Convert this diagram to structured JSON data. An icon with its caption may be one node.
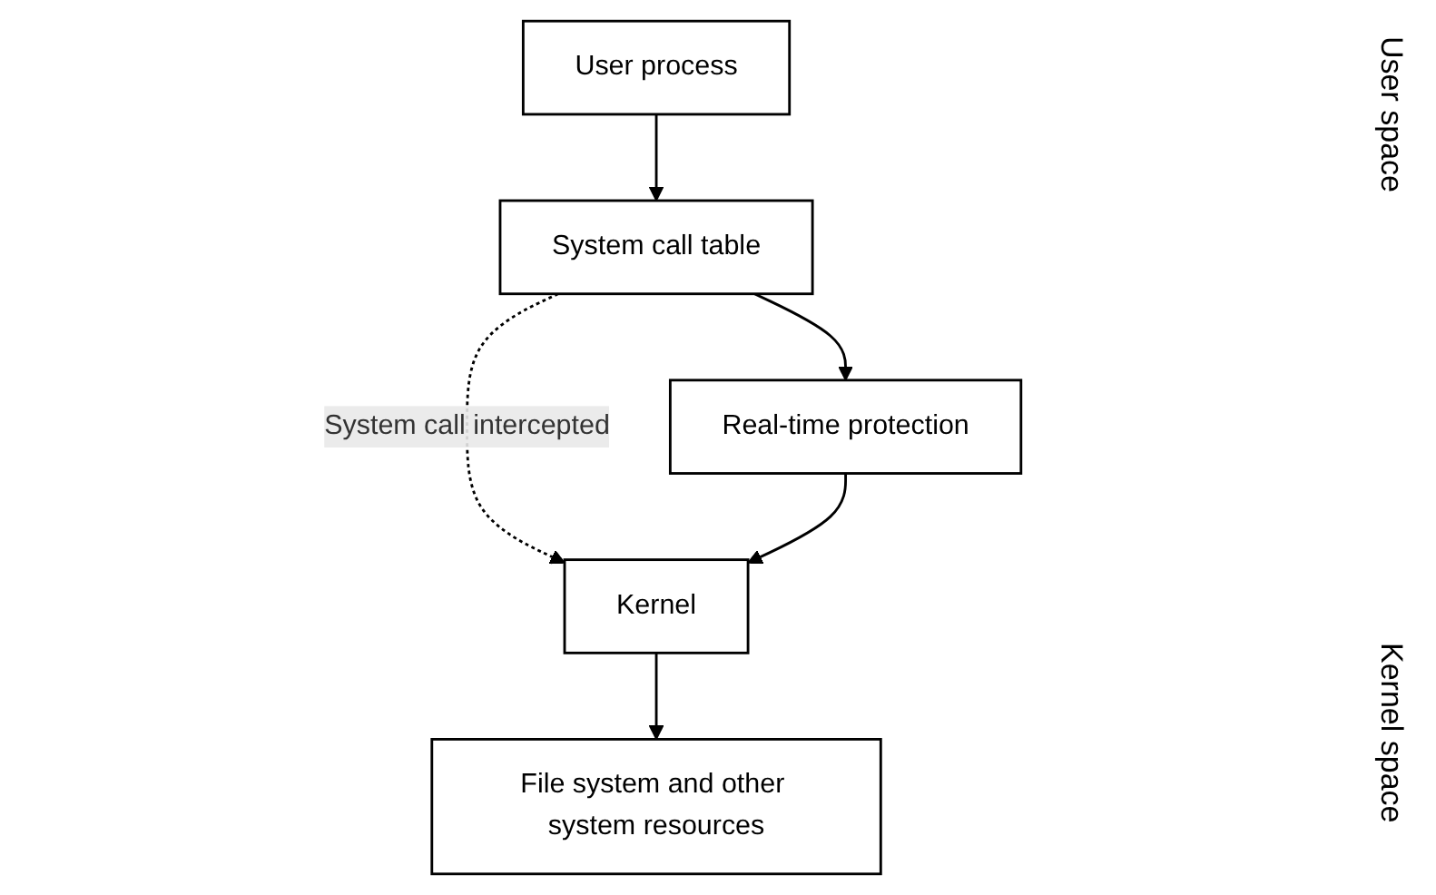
{
  "diagram": {
    "nodes": [
      {
        "text": [
          "User process"
        ]
      },
      {
        "text": [
          "System call table"
        ]
      },
      {
        "text": [
          "Real-time protection"
        ]
      },
      {
        "text": [
          "Kernel"
        ]
      },
      {
        "text": [
          "File system and other system resources"
        ]
      }
    ],
    "edges": [
      {
        "from": 0,
        "to": 1,
        "arrow": "to"
      },
      {
        "from": 1,
        "to": 3,
        "arrow": "to",
        "label": "System call intercepted",
        "style": "dashed"
      },
      {
        "from": 1,
        "to": 2,
        "arrow": "to"
      },
      {
        "from": 2,
        "to": 3,
        "arrow": "to"
      },
      {
        "from": 3,
        "to": 4,
        "arrow": "to"
      }
    ],
    "labels": [
      "User space",
      "Kernel space"
    ]
  }
}
